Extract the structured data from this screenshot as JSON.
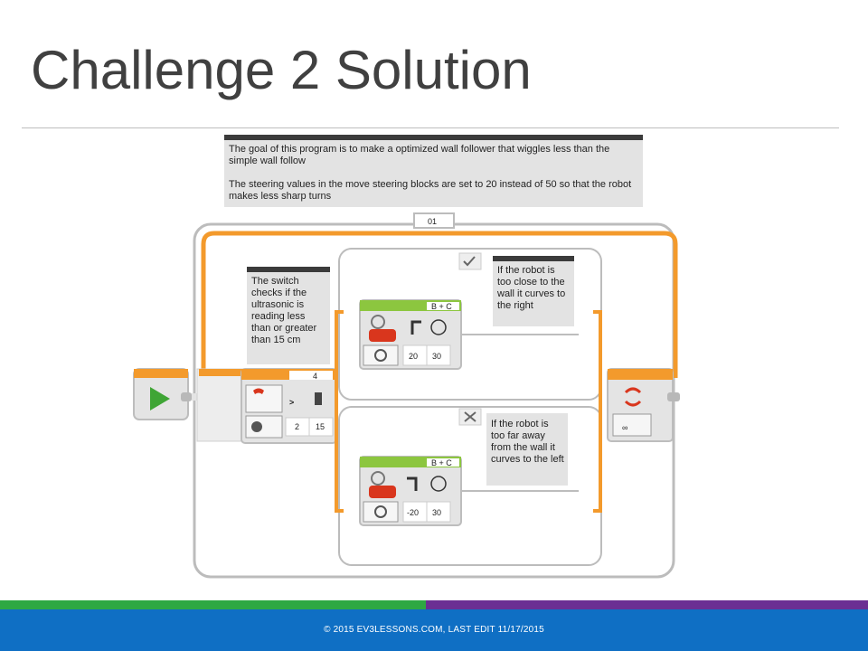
{
  "slide": {
    "title": "Challenge 2 Solution",
    "footer": "© 2015 EV3LESSONS.COM, LAST EDIT 11/17/2015"
  },
  "program": {
    "goal_comment": "The goal of this program is to make a optimized wall follower that wiggles less than the simple wall follow\n\nThe steering values in the move steering blocks are set to 20 instead of 50 so that the robot makes less sharp turns",
    "switch_comment": "The switch checks if the ultrasonic is reading less than or greater than 15 cm",
    "true_comment": "If the robot is too close to the wall it curves to the right",
    "false_comment": "If the robot is too far away from the wall it curves to the left",
    "loop": {
      "label": "01",
      "icon": "infinity-icon"
    },
    "switch": {
      "port": "4",
      "compare_type": "2",
      "threshold": "15",
      "mode_icon": "greater-than-icon"
    },
    "move_true": {
      "ports": "B + C",
      "steering": "20",
      "power": "30"
    },
    "move_false": {
      "ports": "B + C",
      "steering": "-20",
      "power": "30"
    },
    "colors": {
      "accent": "#f39a2c",
      "block": "#e4e4e4",
      "move_green": "#8cc63f",
      "border": "#bcbcbc"
    }
  }
}
